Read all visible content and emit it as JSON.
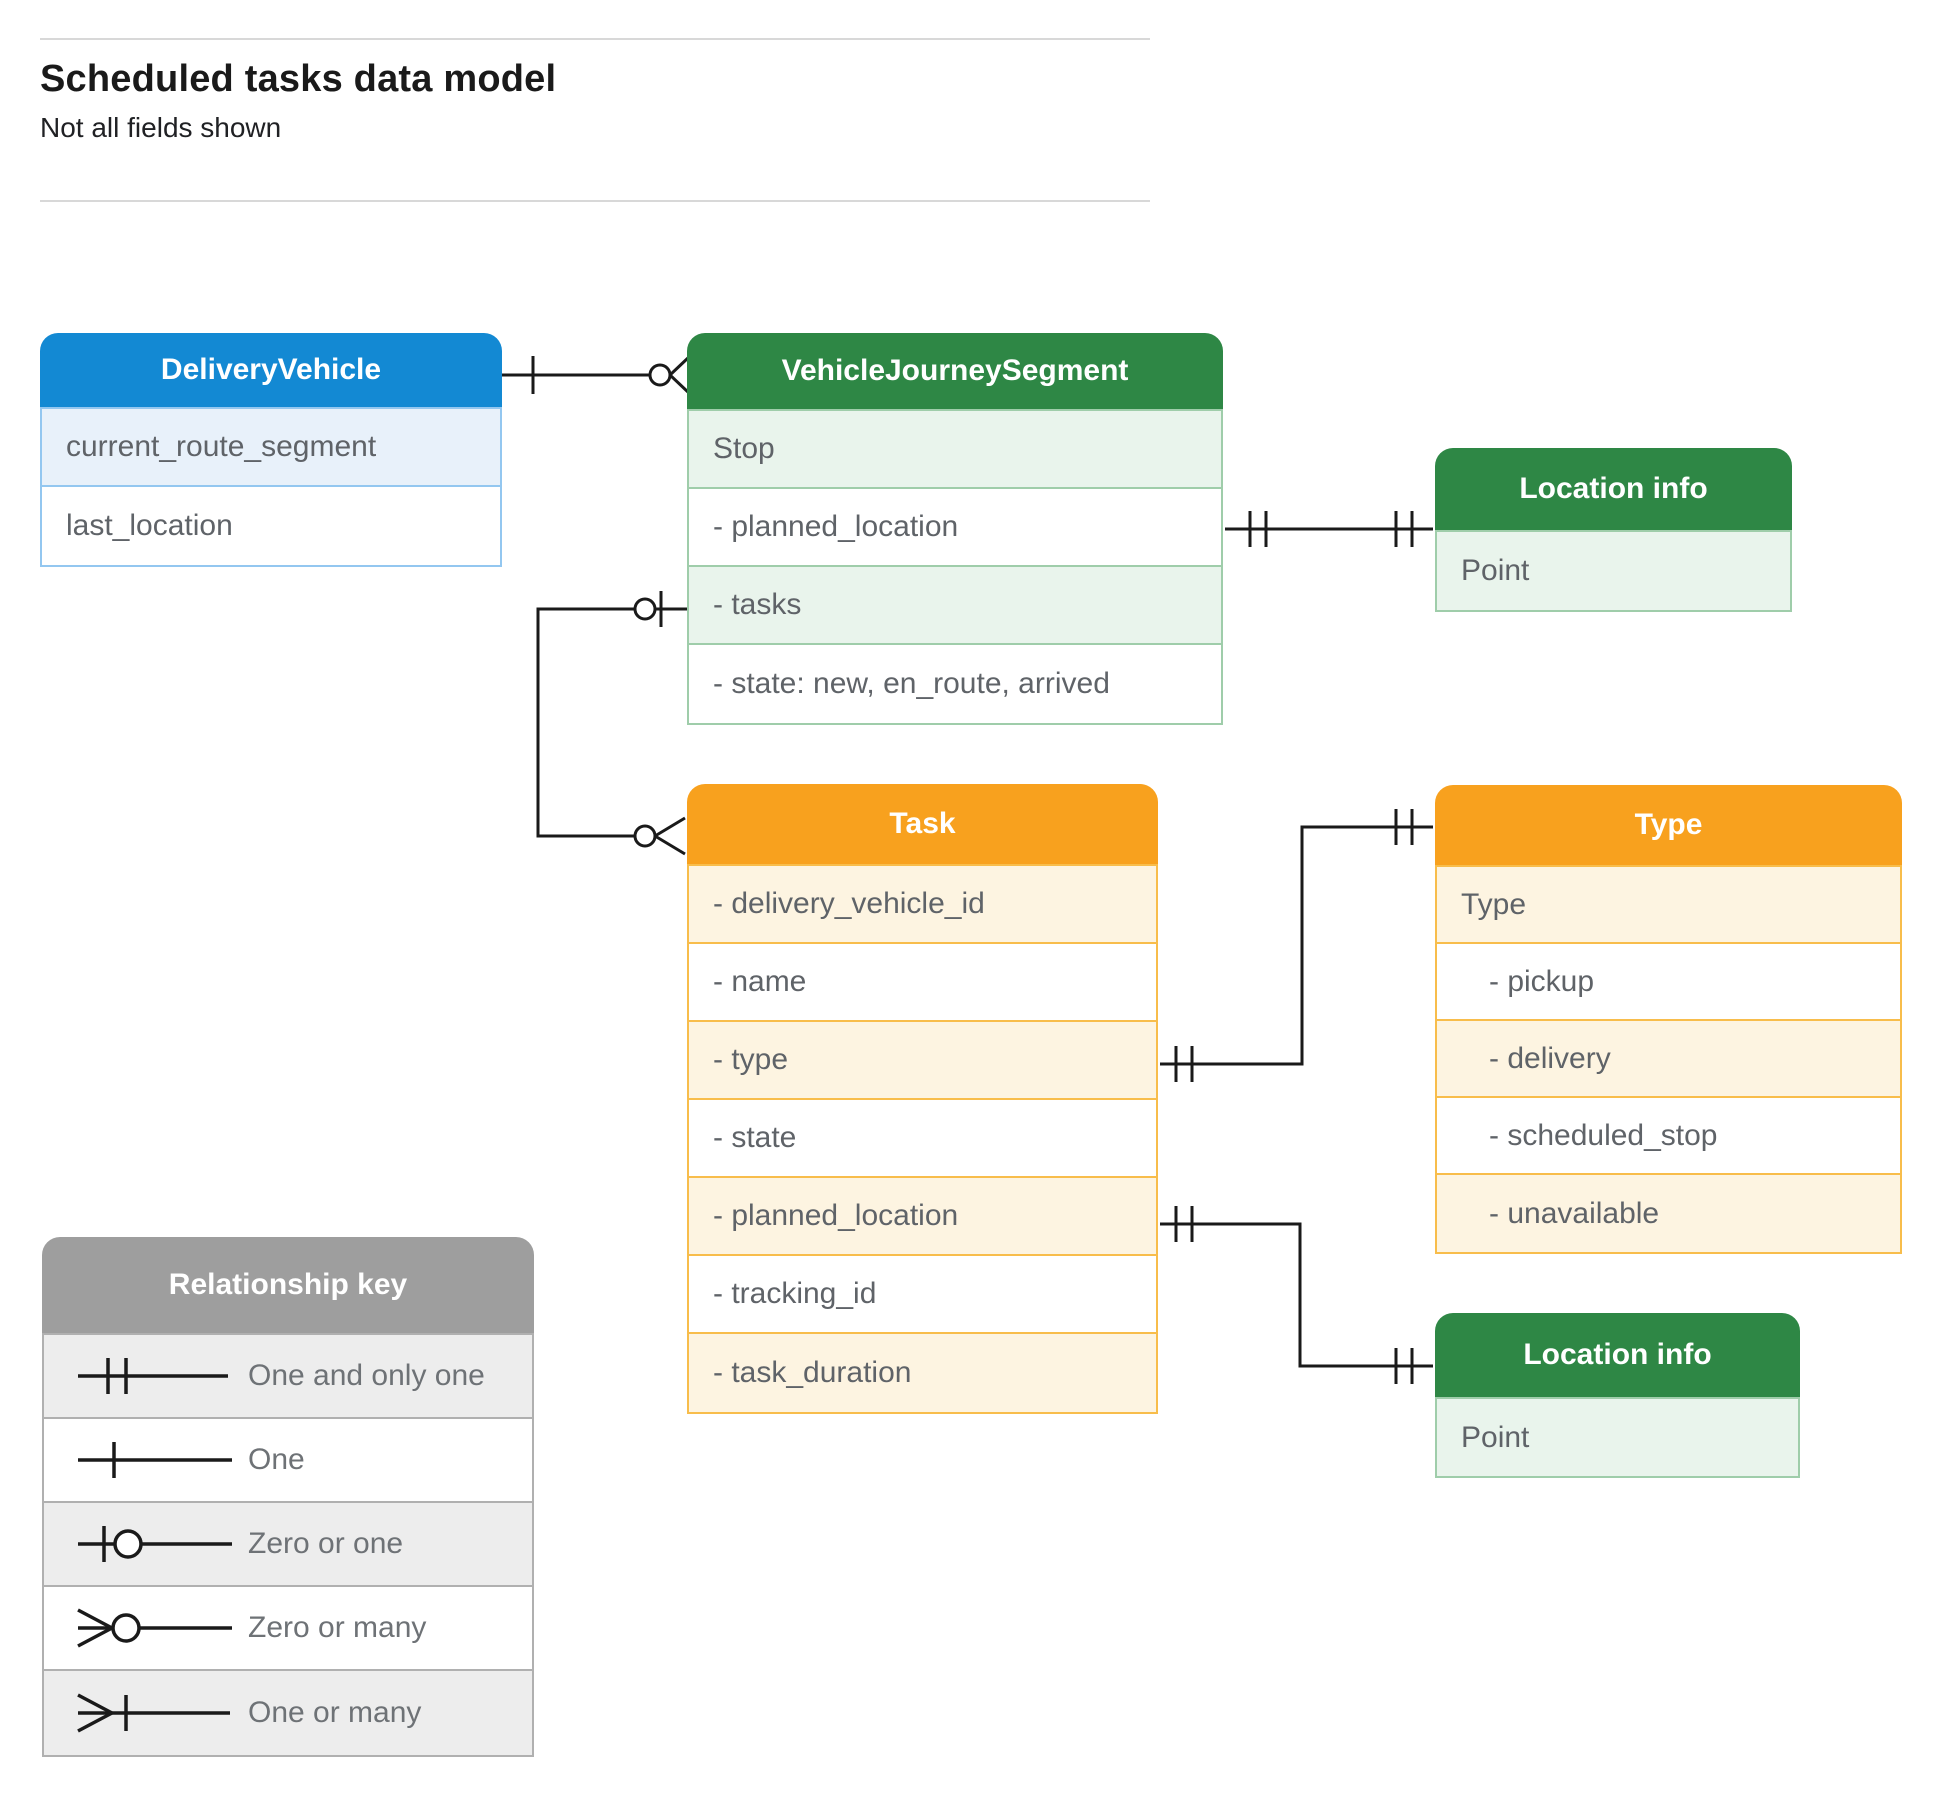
{
  "page": {
    "title": "Scheduled tasks data model",
    "subtitle": "Not all fields shown"
  },
  "colors": {
    "blue_header": "#1389d3",
    "blue_row": "#e8f1fa",
    "blue_border": "#93c7f0",
    "green_header": "#2e8745",
    "green_row": "#e9f4ec",
    "green_border": "#9fcdaa",
    "orange_header": "#f8a11e",
    "orange_row": "#fdf4e1",
    "orange_border": "#f8bd4b",
    "gray_header": "#9e9e9e",
    "gray_row": "#ededed",
    "gray_border": "#b0b0b0",
    "line": "#1a1a1a",
    "row_text": "#5f6368"
  },
  "entities": {
    "delivery_vehicle": {
      "title": "DeliveryVehicle",
      "rows": [
        "current_route_segment",
        "last_location"
      ]
    },
    "vehicle_journey_segment": {
      "title": "VehicleJourneySegment",
      "rows": [
        "Stop",
        "- planned_location",
        "- tasks",
        "- state: new, en_route, arrived"
      ]
    },
    "location_info_top": {
      "title": "Location info",
      "rows": [
        "Point"
      ]
    },
    "task": {
      "title": "Task",
      "rows": [
        "- delivery_vehicle_id",
        "- name",
        "- type",
        "- state",
        "- planned_location",
        "- tracking_id",
        "- task_duration"
      ]
    },
    "type": {
      "title": "Type",
      "rows": [
        "Type",
        "- pickup",
        "- delivery",
        "- scheduled_stop",
        "- unavailable"
      ]
    },
    "location_info_bottom": {
      "title": "Location info",
      "rows": [
        "Point"
      ]
    }
  },
  "legend": {
    "title": "Relationship key",
    "items": [
      {
        "symbol": "one-and-only-one",
        "label": "One and only one"
      },
      {
        "symbol": "one",
        "label": "One"
      },
      {
        "symbol": "zero-or-one",
        "label": "Zero or one"
      },
      {
        "symbol": "zero-or-many",
        "label": "Zero or many"
      },
      {
        "symbol": "one-or-many",
        "label": "One or many"
      }
    ]
  }
}
